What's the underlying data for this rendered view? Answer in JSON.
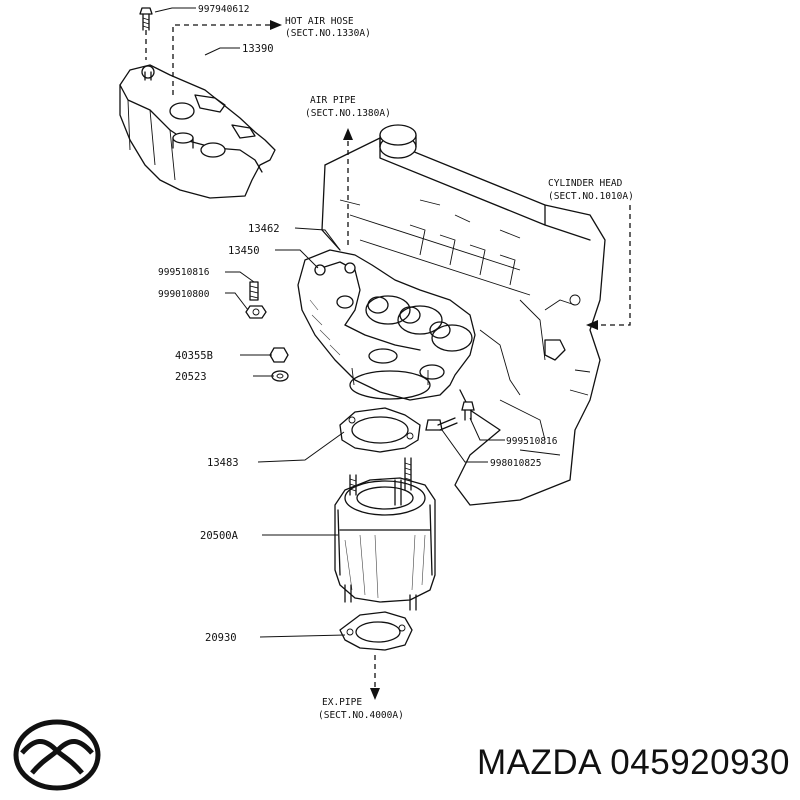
{
  "callouts": {
    "p997940612": "997940612",
    "p13390": "13390",
    "p13462": "13462",
    "p13450": "13450",
    "p999510816a": "999510816",
    "p999010800": "999010800",
    "p40355B": "40355B",
    "p20523": "20523",
    "p13483": "13483",
    "p999510816b": "999510816",
    "p998010825": "998010825",
    "p20500A": "20500A",
    "p20930": "20930"
  },
  "references": {
    "hot_air_hose": {
      "name": "HOT AIR HOSE",
      "section": "(SECT.NO.1330A)"
    },
    "air_pipe": {
      "name": "AIR PIPE",
      "section": "(SECT.NO.1380A)"
    },
    "cylinder_head": {
      "name": "CYLINDER HEAD",
      "section": "(SECT.NO.1010A)"
    },
    "ex_pipe": {
      "name": "EX.PIPE",
      "section": "(SECT.NO.4000A)"
    }
  },
  "footer": {
    "brand": "MAZDA",
    "part_number": "045920930",
    "logo_icon": "mazda-logo-icon"
  }
}
